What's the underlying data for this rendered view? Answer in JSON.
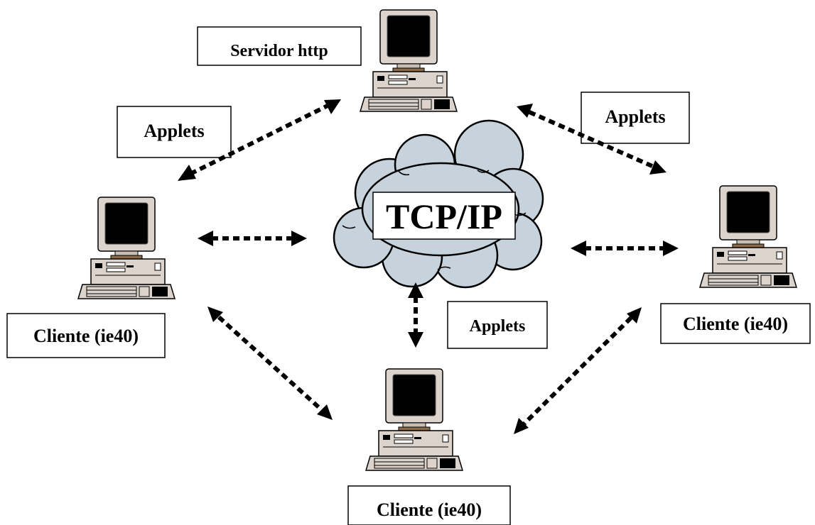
{
  "nodes": {
    "server": {
      "label": "Servidor http"
    },
    "client_left": {
      "label": "Cliente (ie40)"
    },
    "client_right": {
      "label": "Cliente (ie40)"
    },
    "client_bottom": {
      "label": "Cliente (ie40)"
    }
  },
  "network": {
    "label": "TCP/IP"
  },
  "edge_labels": {
    "server_left": "Applets",
    "server_right": "Applets",
    "network_bottom": "Applets"
  },
  "colors": {
    "cloud_fill": "#c6d2dc",
    "monitor_body": "#dcd4cc",
    "screen": "#000000"
  }
}
